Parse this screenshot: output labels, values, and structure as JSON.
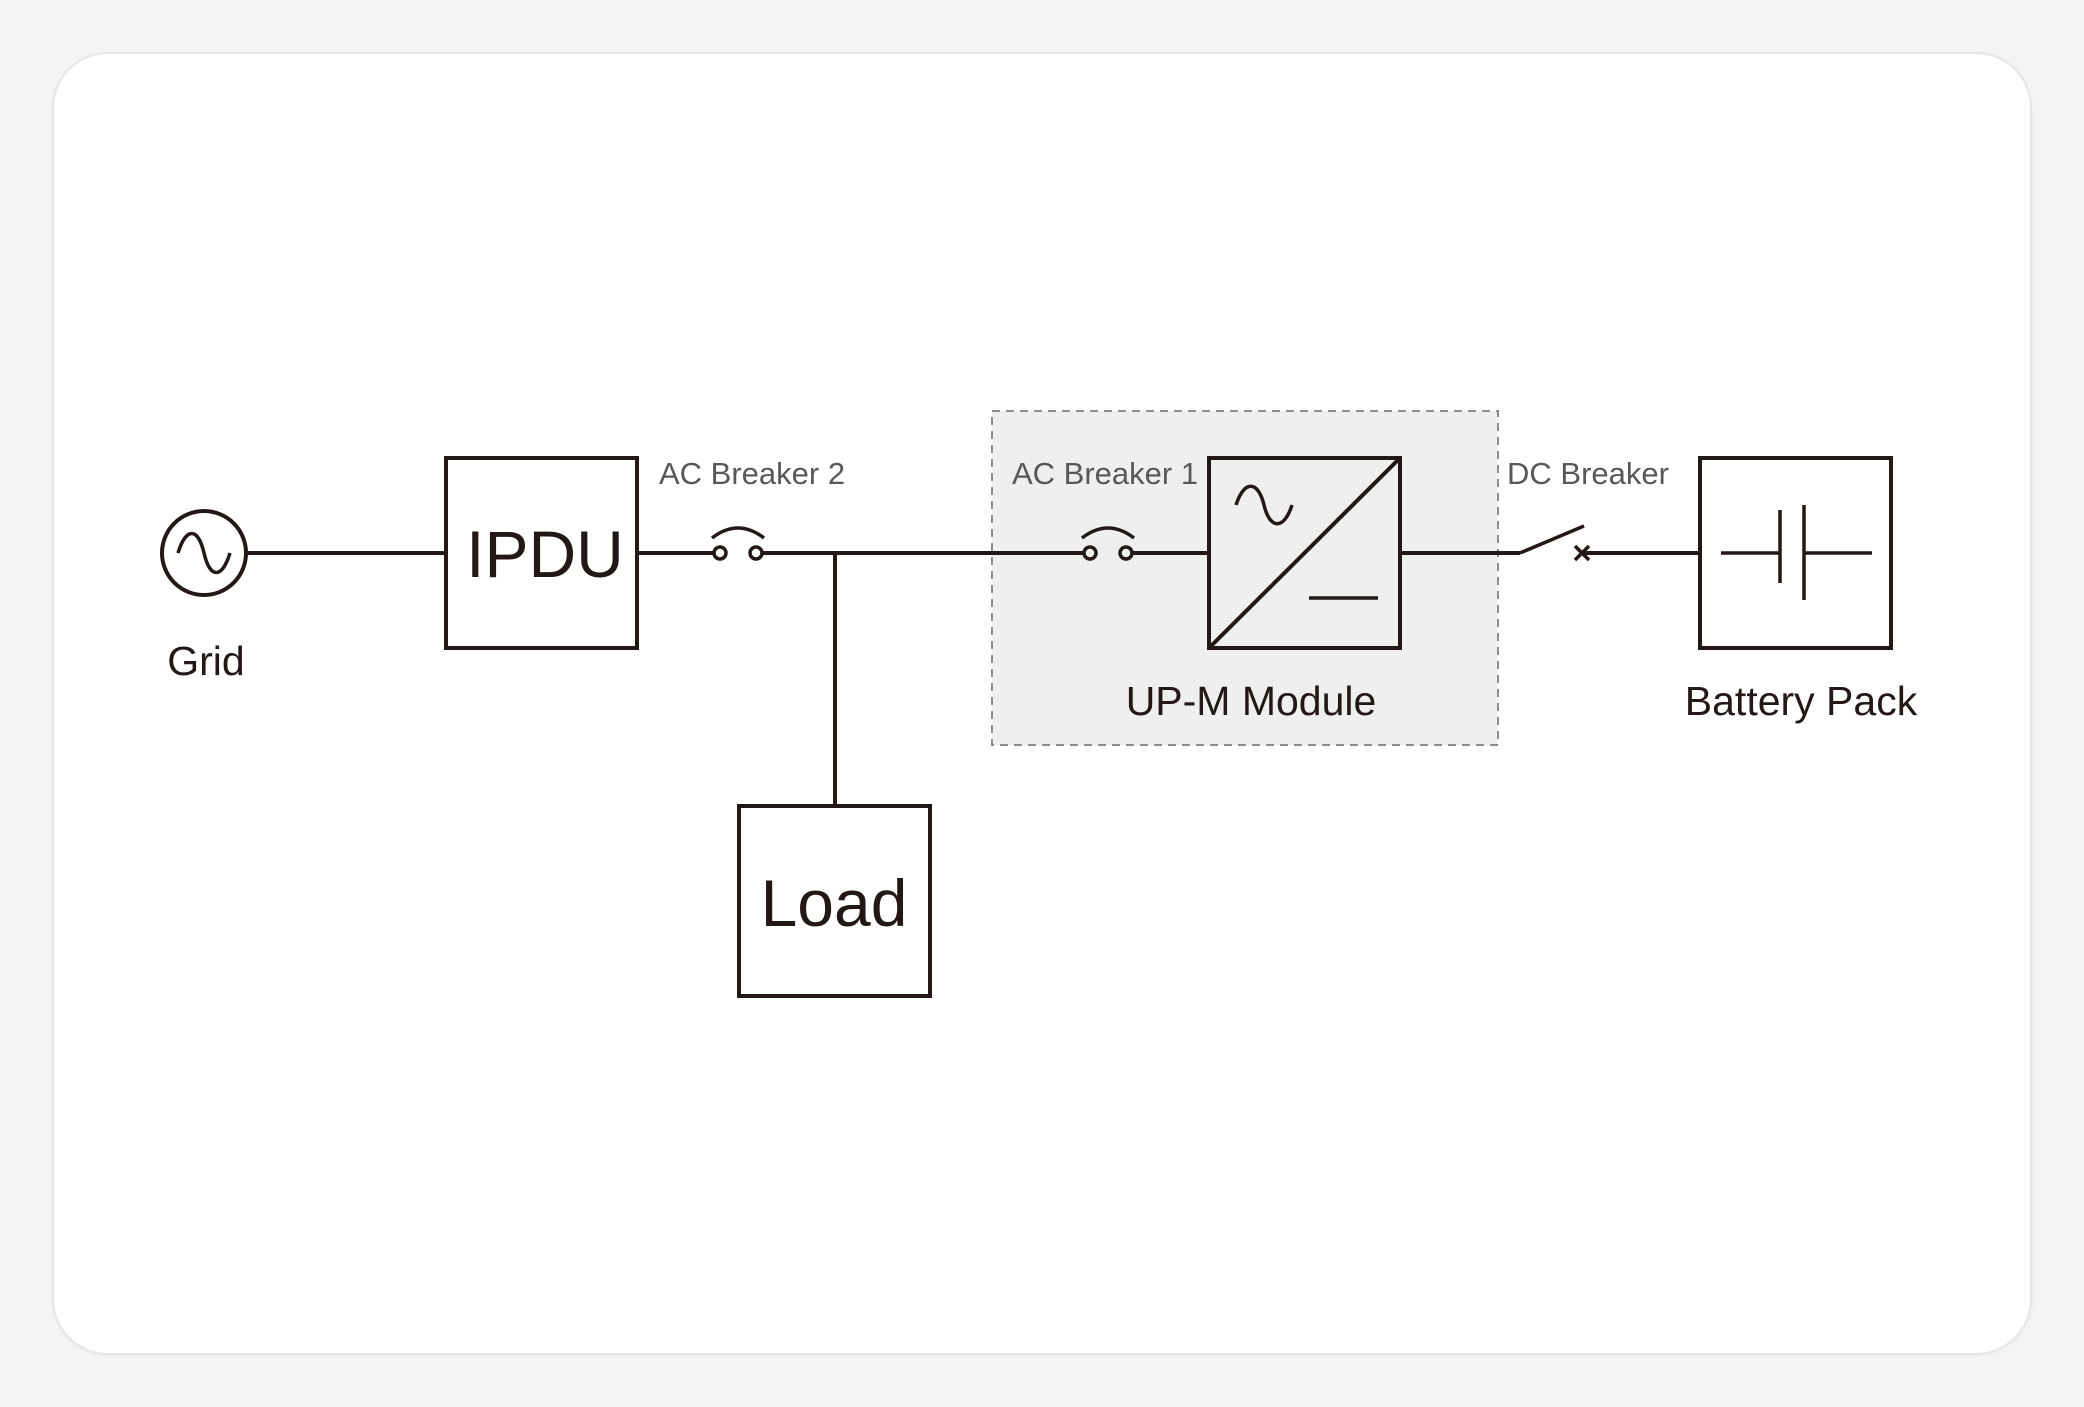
{
  "diagram": {
    "grid_label": "Grid",
    "ipdu_label": "IPDU",
    "load_label": "Load",
    "ac_breaker_2_label": "AC Breaker 2",
    "ac_breaker_1_label": "AC Breaker 1",
    "dc_breaker_label": "DC Breaker",
    "upm_module_label": "UP-M Module",
    "battery_pack_label": "Battery Pack"
  },
  "colors": {
    "line": "#231815",
    "module_fill": "#efefef",
    "module_border": "#8c8c8c",
    "label_gray": "#595757",
    "background": "#f4f4f4",
    "card": "#ffffff"
  }
}
